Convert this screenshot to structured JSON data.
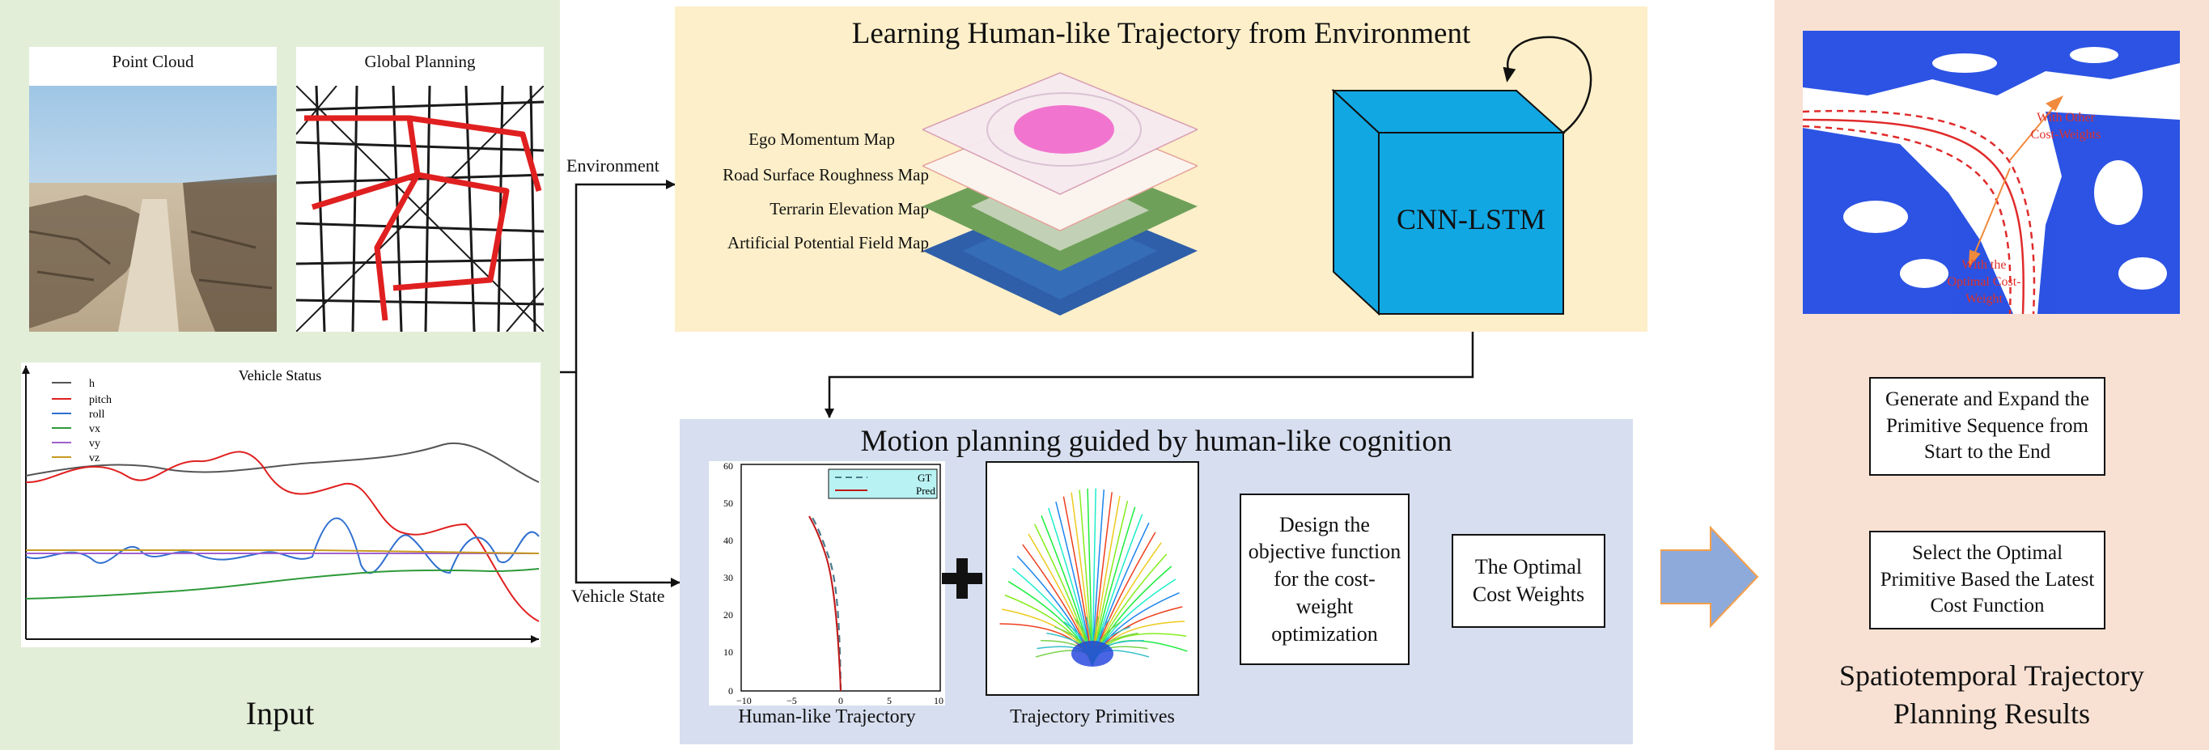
{
  "input_panel": {
    "title": "Input",
    "point_cloud_title": "Point Cloud",
    "global_planning_title": "Global Planning",
    "vehicle_status": {
      "title": "Vehicle Status",
      "legend": [
        {
          "name": "h",
          "color": "#555555"
        },
        {
          "name": "pitch",
          "color": "#e02020"
        },
        {
          "name": "roll",
          "color": "#2f6fd0"
        },
        {
          "name": "vx",
          "color": "#2e9a3a"
        },
        {
          "name": "vy",
          "color": "#a060d0"
        },
        {
          "name": "vz",
          "color": "#c89a20"
        }
      ]
    }
  },
  "flow_labels": {
    "environment": "Environment",
    "vehicle_state": "Vehicle State"
  },
  "learning_panel": {
    "title": "Learning Human-like Trajectory from Environment",
    "maps": [
      "Ego Momentum Map",
      "Road Surface Roughness Map",
      "Terrarin Elevation Map",
      "Artificial Potential Field Map"
    ],
    "network_label": "CNN-LSTM"
  },
  "motion_panel": {
    "title": "Motion planning guided by human-like cognition",
    "trajectory_caption": "Human-like Trajectory",
    "primitives_caption": "Trajectory Primitives",
    "objective_box": "Design the objective function for the cost-weight optimization",
    "optimal_box": "The Optimal Cost Weights",
    "plot": {
      "legend": [
        "GT",
        "Pred"
      ],
      "x_ticks": [
        "−10",
        "−5",
        "0",
        "5",
        "10"
      ],
      "y_ticks": [
        "0",
        "10",
        "20",
        "30",
        "40",
        "50",
        "60"
      ]
    }
  },
  "results_panel": {
    "title": "Spatiotemporal Trajectory Planning Results",
    "annotation_other": "With Other Cost-Weights",
    "annotation_optimal": "With the Optimal Cost-Weight",
    "generate_box": "Generate and Expand the Primitive Sequence from Start to the End",
    "select_box": "Select the Optimal Primitive Based the Latest Cost Function"
  },
  "colors": {
    "input_bg": "#e3eed8",
    "learning_bg": "#fdefc9",
    "motion_bg": "#d6deef",
    "results_bg": "#f8e1d3",
    "cnn_face": "#11a7e3",
    "big_arrow": "#8eaadb",
    "result_points": "#1540e0",
    "result_annot": "#e0302a"
  }
}
